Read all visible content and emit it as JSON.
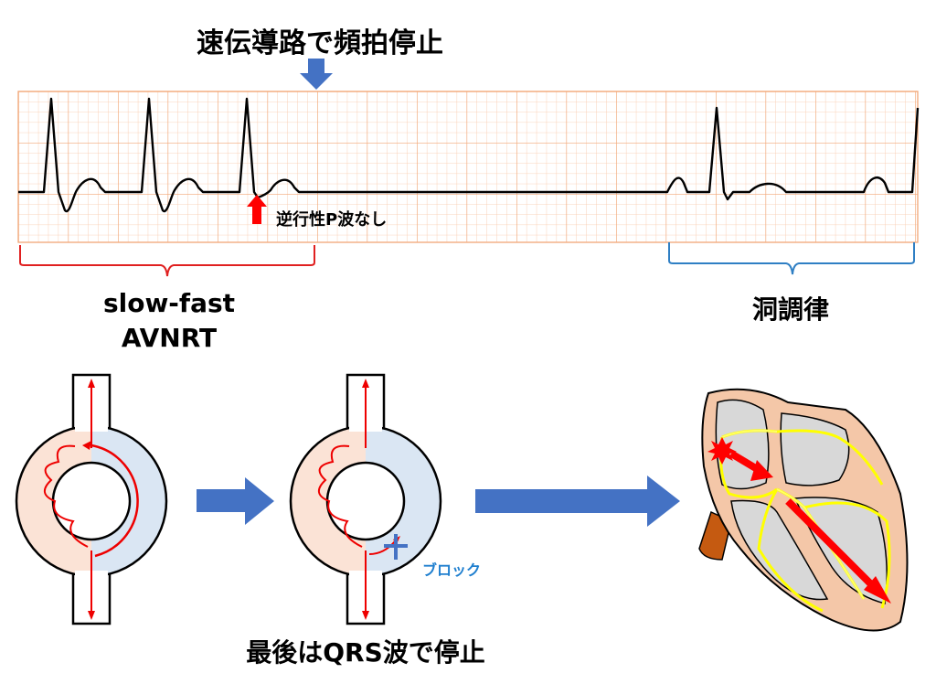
{
  "title": "速伝導路で頻拍停止",
  "ecg_annotation": "逆行性P波なし",
  "segment_labels": {
    "left": [
      "slow-fast",
      "AVNRT"
    ],
    "right": "洞調律"
  },
  "block_label": "ブロック",
  "bottom_caption": "最後はQRS波で停止",
  "colors": {
    "grid_minor": "#f9c8a8",
    "grid_major": "#f2a676",
    "ecg_line": "#000000",
    "bracket_left": "#e02020",
    "bracket_right": "#2f7fc4",
    "arrow_blue": "#4472c4",
    "arrow_red": "#ff0000",
    "slow_pathway_fill": "#fbe3d6",
    "fast_pathway_fill": "#dae6f3",
    "conduction_yellow": "#ffff00",
    "heart_chamber": "#d8d8d8",
    "heart_wall": "#f4c7a8",
    "aorta": "#c55a11"
  }
}
